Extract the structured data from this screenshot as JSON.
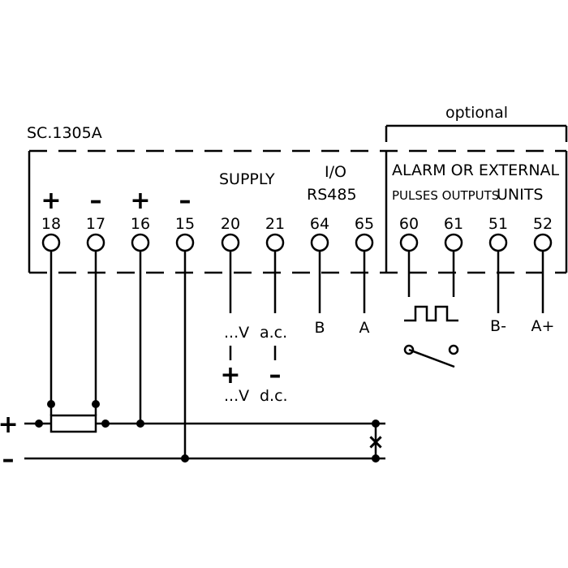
{
  "diagram": {
    "model": "SC.1305A",
    "optional_label": "optional",
    "supply_label": "SUPPLY",
    "io_label": "I/O",
    "rs485_label": "RS485",
    "alarm_label": "ALARM OR EXTERNAL",
    "pulses_label": "PULSES OUTPUTS",
    "units_label": "UNITS",
    "plus_sign": "+",
    "minus_sign": "–",
    "terminals": [
      {
        "number": "18",
        "polarity": "+"
      },
      {
        "number": "17",
        "polarity": "–"
      },
      {
        "number": "16",
        "polarity": "+"
      },
      {
        "number": "15",
        "polarity": "–"
      },
      {
        "number": "20",
        "polarity": ""
      },
      {
        "number": "21",
        "polarity": ""
      },
      {
        "number": "64",
        "polarity": ""
      },
      {
        "number": "65",
        "polarity": ""
      },
      {
        "number": "60",
        "polarity": ""
      },
      {
        "number": "61",
        "polarity": ""
      },
      {
        "number": "51",
        "polarity": ""
      },
      {
        "number": "52",
        "polarity": ""
      }
    ],
    "supply_ac": {
      "left": "...V",
      "right": "a.c."
    },
    "supply_dc": {
      "plus": "+",
      "minus": "–",
      "left": "...V",
      "right": "d.c."
    },
    "rs485_b": "B",
    "rs485_a": "A",
    "units_b": "B-",
    "units_a": "A+",
    "rail_plus": "+",
    "rail_minus": "–",
    "cross_mark": "×"
  }
}
